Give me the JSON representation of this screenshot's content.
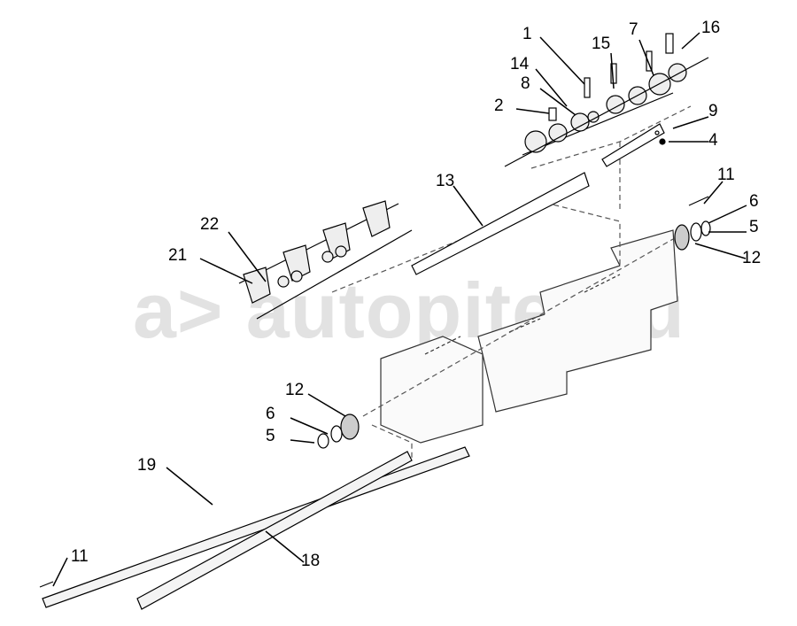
{
  "watermark": "a> autopiter.ru",
  "labels": [
    {
      "id": "1",
      "text": "1"
    },
    {
      "id": "15",
      "text": "15"
    },
    {
      "id": "7",
      "text": "7"
    },
    {
      "id": "16",
      "text": "16"
    },
    {
      "id": "14",
      "text": "14"
    },
    {
      "id": "8",
      "text": "8"
    },
    {
      "id": "2",
      "text": "2"
    },
    {
      "id": "9",
      "text": "9"
    },
    {
      "id": "4",
      "text": "4"
    },
    {
      "id": "13",
      "text": "13"
    },
    {
      "id": "11a",
      "text": "11"
    },
    {
      "id": "6a",
      "text": "6"
    },
    {
      "id": "5a",
      "text": "5"
    },
    {
      "id": "12a",
      "text": "12"
    },
    {
      "id": "22",
      "text": "22"
    },
    {
      "id": "21",
      "text": "21"
    },
    {
      "id": "12b",
      "text": "12"
    },
    {
      "id": "6b",
      "text": "6"
    },
    {
      "id": "5b",
      "text": "5"
    },
    {
      "id": "19",
      "text": "19"
    },
    {
      "id": "11b",
      "text": "11"
    },
    {
      "id": "18",
      "text": "18"
    }
  ]
}
